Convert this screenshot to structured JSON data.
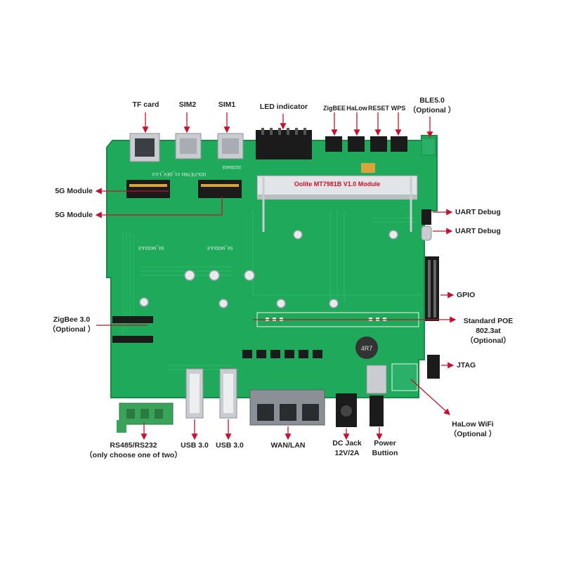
{
  "board": {
    "colors": {
      "pcb": "#1fa95a",
      "pcb_dark": "#178a47",
      "trace": "#2cc06a",
      "silk": "#e8f5ec",
      "metal": "#c9cdd1",
      "metal_dark": "#8b9096",
      "black": "#1b1b1b",
      "terminal": "#39a35a",
      "gold": "#d9a43a",
      "arrow": "#c8102e",
      "label": "#222222"
    },
    "silk_text": {
      "module_title": "Oolite MT7981B V1.0 Module",
      "board_id_1": "OOLITE7981 V1_DEV_1.0.0",
      "board_id_2": "20230403",
      "slot_label_left": "5G_MODULE",
      "slot_label_right": "5G_MODULE",
      "inductor": "4R7"
    }
  },
  "labels": {
    "tf_card": "TF card",
    "sim2": "SIM2",
    "sim1": "SIM1",
    "led_indicator": "LED indicator",
    "zigbee": "ZigBEE",
    "halow": "HaLow",
    "reset": "RESET",
    "wps": "WPS",
    "ble": [
      "BLE5.0",
      "（Optional ）"
    ],
    "fiveg_module_1": "5G Module",
    "fiveg_module_2": "5G Module",
    "uart_debug_1": "UART Debug",
    "uart_debug_2": "UART Debug",
    "gpio": "GPIO",
    "zigbee30": [
      "ZigBee 3.0",
      "（Optional ）"
    ],
    "poe": [
      "Standard POE",
      "802.3at",
      "（Optional）"
    ],
    "jtag": "JTAG",
    "halow_wifi": [
      "HaLow WiFi",
      "（Optional ）"
    ],
    "rs485": [
      "RS485/RS232",
      "（only choose one of two）"
    ],
    "usb3_1": "USB 3.0",
    "usb3_2": "USB 3.0",
    "wan_lan": "WAN/LAN",
    "dc_jack": [
      "DC Jack",
      "12V/2A"
    ],
    "power_button": [
      "Power",
      "Buttion"
    ]
  }
}
